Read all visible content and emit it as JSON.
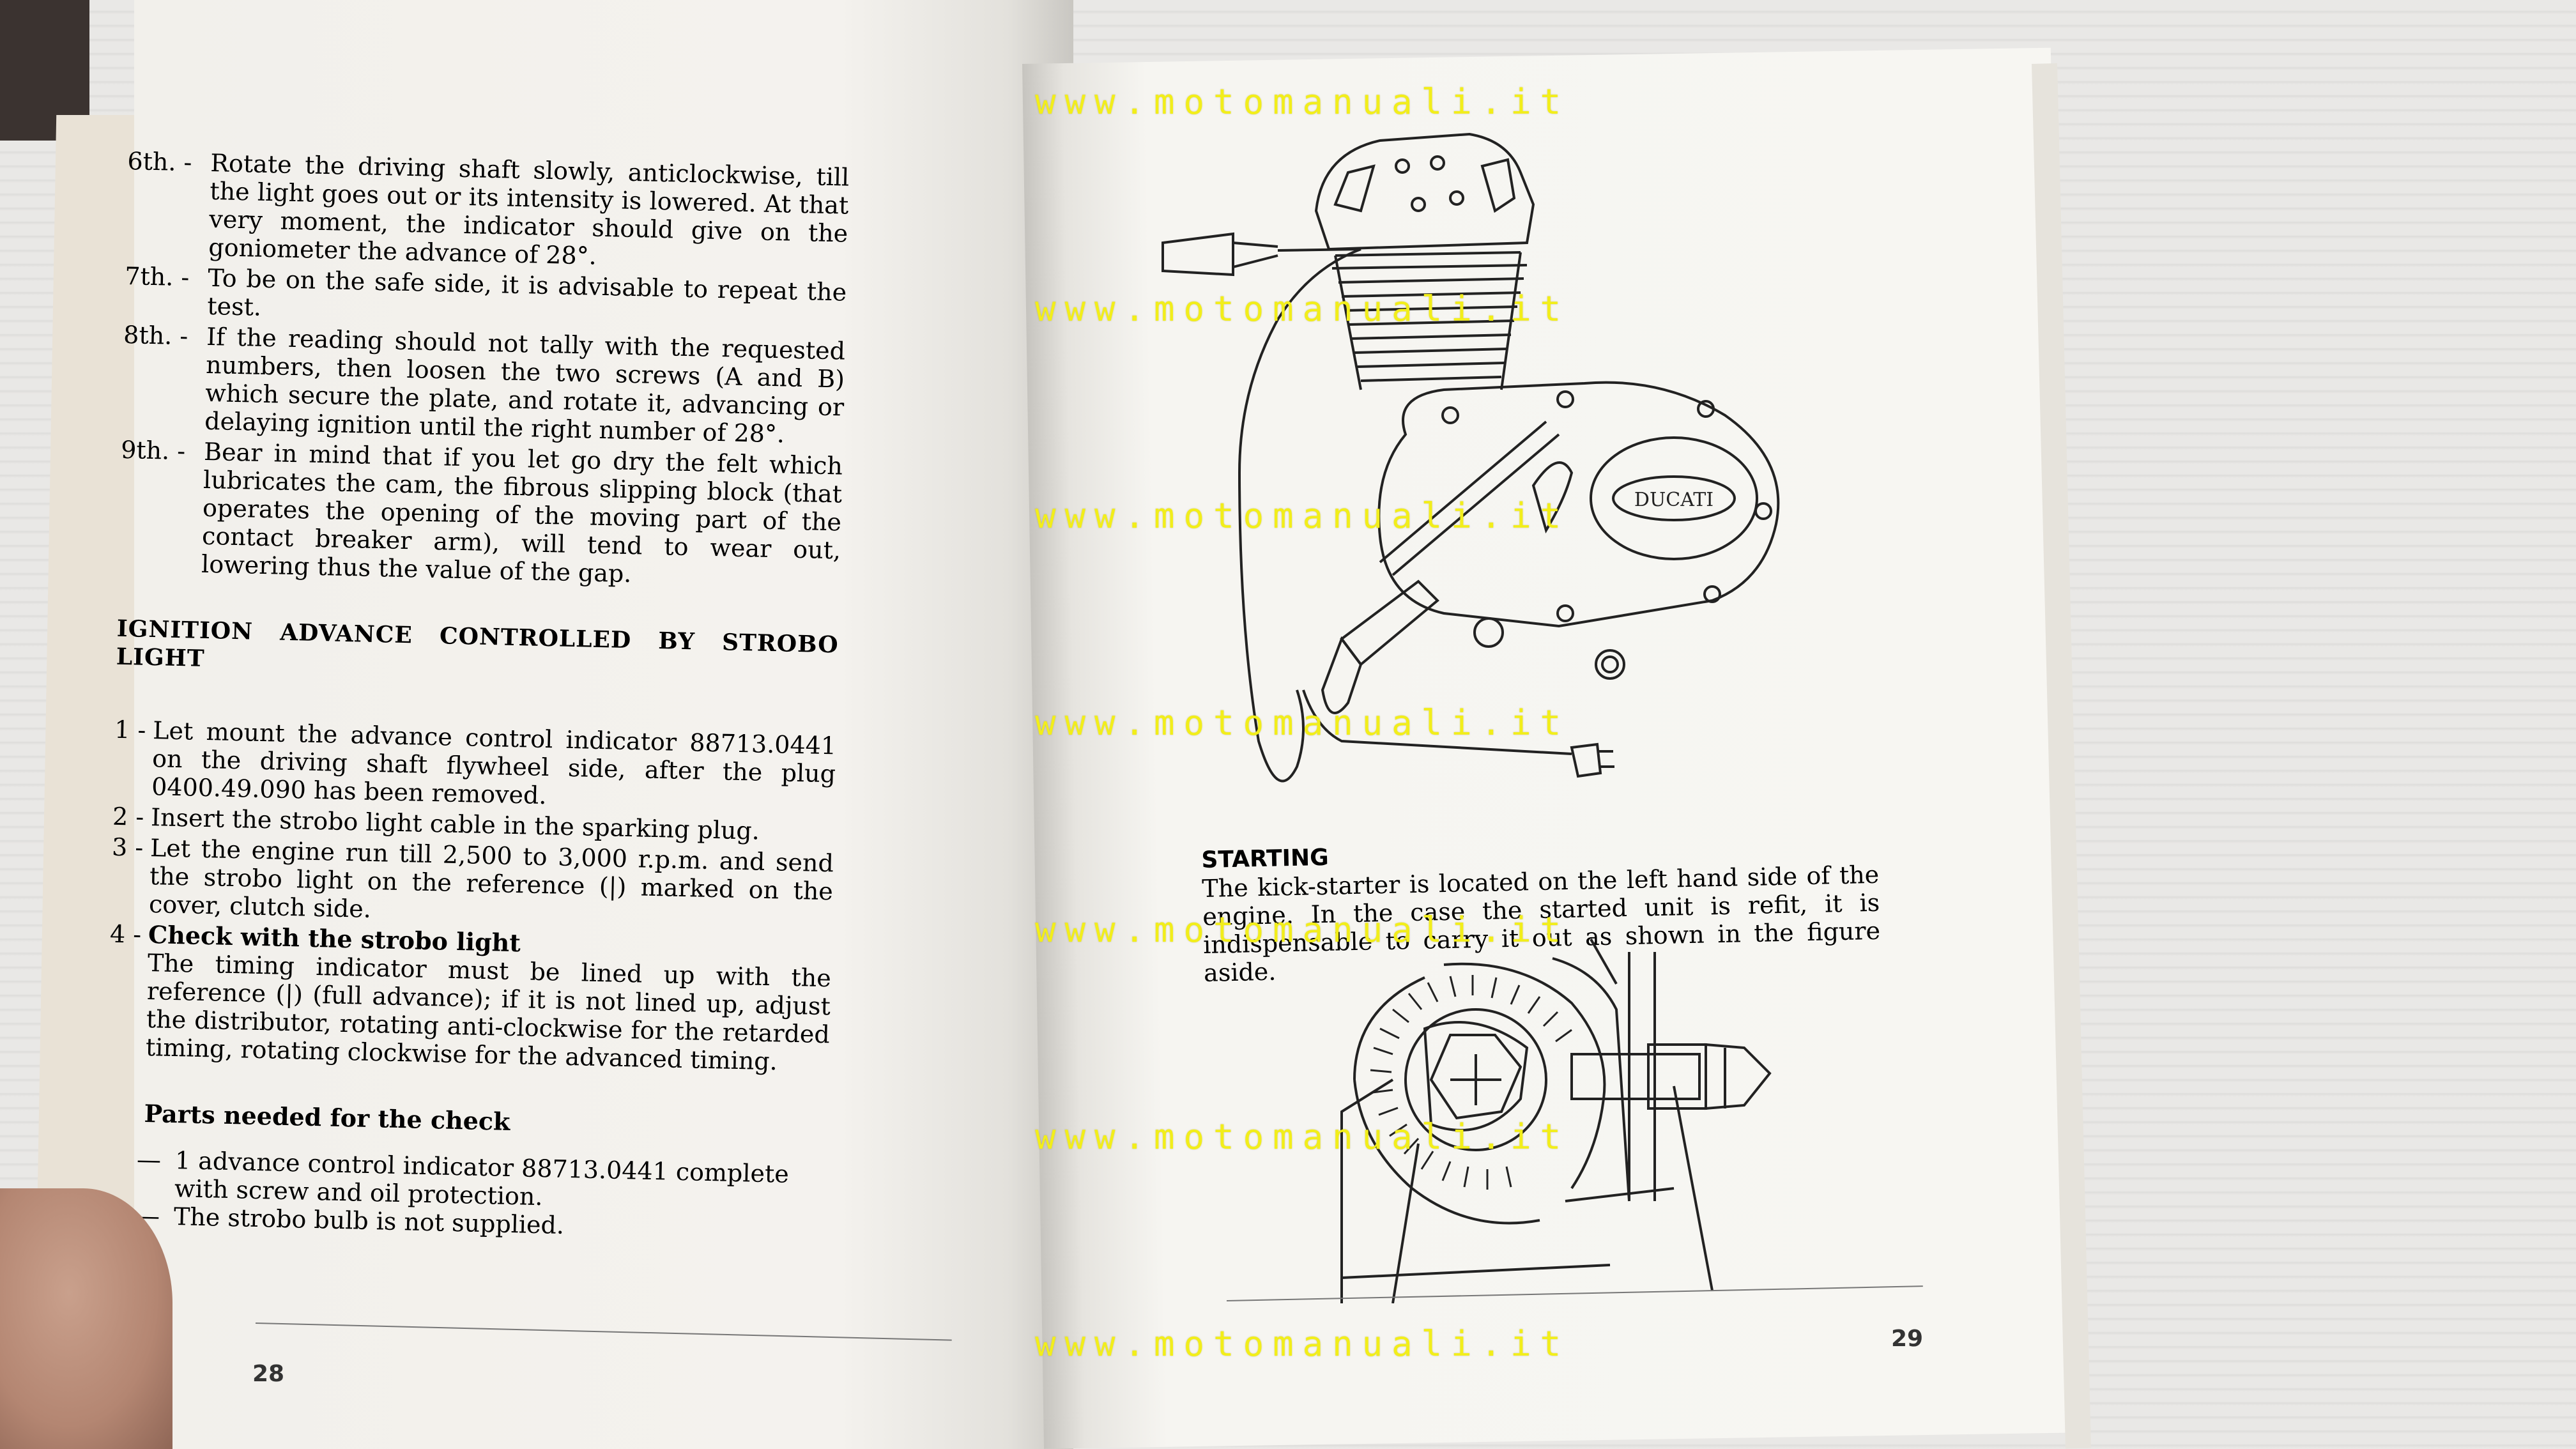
{
  "left_page": {
    "steps": [
      {
        "num": "6th. -",
        "text": "Rotate the driving shaft slowly, anticlockwise, till the light goes out or its intensity is lowered. At that very moment, the indicator should give on the goniometer the advance of 28°."
      },
      {
        "num": "7th. -",
        "text": "To be on the safe side, it is advisable to repeat the test."
      },
      {
        "num": "8th. -",
        "text": "If the reading should not tally with the requested numbers, then loosen the two screws (A and B) which secure the plate, and rotate it, advancing or delaying ignition until the right number of 28°."
      },
      {
        "num": "9th. -",
        "text": "Bear in mind that if you let go dry the felt which lubricates the cam, the fibrous slipping block (that operates the opening of the moving part of the contact breaker arm), will tend to wear out, lowering thus the value of the gap."
      }
    ],
    "heading": "IGNITION ADVANCE CONTROLLED BY STROBO LIGHT",
    "numbered": [
      {
        "n": "1 -",
        "text": "Let mount the advance control indicator 88713.0441 on the driving shaft flywheel side, after the plug 0400.49.090 has been removed."
      },
      {
        "n": "2 -",
        "text": "Insert the strobo light cable in the sparking plug."
      },
      {
        "n": "3 -",
        "text": "Let the engine run till 2,500 to 3,000 r.p.m. and send the strobo light on the reference (|) marked on the cover, clutch side."
      }
    ],
    "check_item": {
      "n": "4 -",
      "title": "Check with the strobo light",
      "text": "The timing indicator must be lined up with the reference (|) (full advance); if it is not lined up, adjust the distributor, rotating anti-clockwise for the retarded timing, rotating clockwise for the advanced timing."
    },
    "parts_heading": "Parts needed for the check",
    "parts": [
      "1 advance control indicator 88713.0441 complete with screw and oil protection.",
      "The strobo bulb is not supplied."
    ],
    "dash": "—",
    "page_number": "28"
  },
  "right_page": {
    "engine_logo": "DUCATI",
    "starting_title": "STARTING",
    "starting_text": "The kick-starter is located on the left hand side of the engine. In the case the started unit is refit, it is indispensable to carry it out as shown in the figure aside.",
    "page_number": "29"
  },
  "watermark": "www.motomanuali.it",
  "colors": {
    "watermark": "#f2ee1a",
    "paper": "#f6f5f1",
    "ink": "#2a2a2a"
  }
}
